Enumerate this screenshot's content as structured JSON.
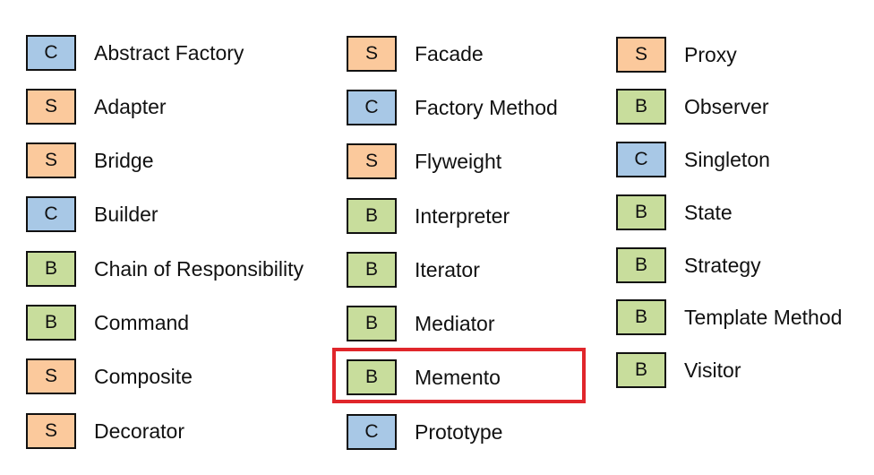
{
  "columns": [
    {
      "patterns": [
        {
          "code": "C",
          "category": "creational",
          "name": "Abstract Factory"
        },
        {
          "code": "S",
          "category": "structural",
          "name": "Adapter"
        },
        {
          "code": "S",
          "category": "structural",
          "name": "Bridge"
        },
        {
          "code": "C",
          "category": "creational",
          "name": "Builder"
        },
        {
          "code": "B",
          "category": "behavioral",
          "name": "Chain of Responsibility"
        },
        {
          "code": "B",
          "category": "behavioral",
          "name": "Command"
        },
        {
          "code": "S",
          "category": "structural",
          "name": "Composite"
        },
        {
          "code": "S",
          "category": "structural",
          "name": "Decorator"
        }
      ]
    },
    {
      "patterns": [
        {
          "code": "S",
          "category": "structural",
          "name": "Facade"
        },
        {
          "code": "C",
          "category": "creational",
          "name": "Factory Method"
        },
        {
          "code": "S",
          "category": "structural",
          "name": "Flyweight"
        },
        {
          "code": "B",
          "category": "behavioral",
          "name": "Interpreter"
        },
        {
          "code": "B",
          "category": "behavioral",
          "name": "Iterator"
        },
        {
          "code": "B",
          "category": "behavioral",
          "name": "Mediator"
        },
        {
          "code": "B",
          "category": "behavioral",
          "name": "Memento",
          "highlighted": true
        },
        {
          "code": "C",
          "category": "creational",
          "name": "Prototype"
        }
      ]
    },
    {
      "patterns": [
        {
          "code": "S",
          "category": "structural",
          "name": "Proxy"
        },
        {
          "code": "B",
          "category": "behavioral",
          "name": "Observer"
        },
        {
          "code": "C",
          "category": "creational",
          "name": "Singleton"
        },
        {
          "code": "B",
          "category": "behavioral",
          "name": "State"
        },
        {
          "code": "B",
          "category": "behavioral",
          "name": "Strategy"
        },
        {
          "code": "B",
          "category": "behavioral",
          "name": "Template Method"
        },
        {
          "code": "B",
          "category": "behavioral",
          "name": "Visitor"
        }
      ]
    }
  ],
  "colors": {
    "creational": "#a8c8e6",
    "structural": "#fbc99c",
    "behavioral": "#c8dd9c",
    "highlight": "#e0262b"
  }
}
